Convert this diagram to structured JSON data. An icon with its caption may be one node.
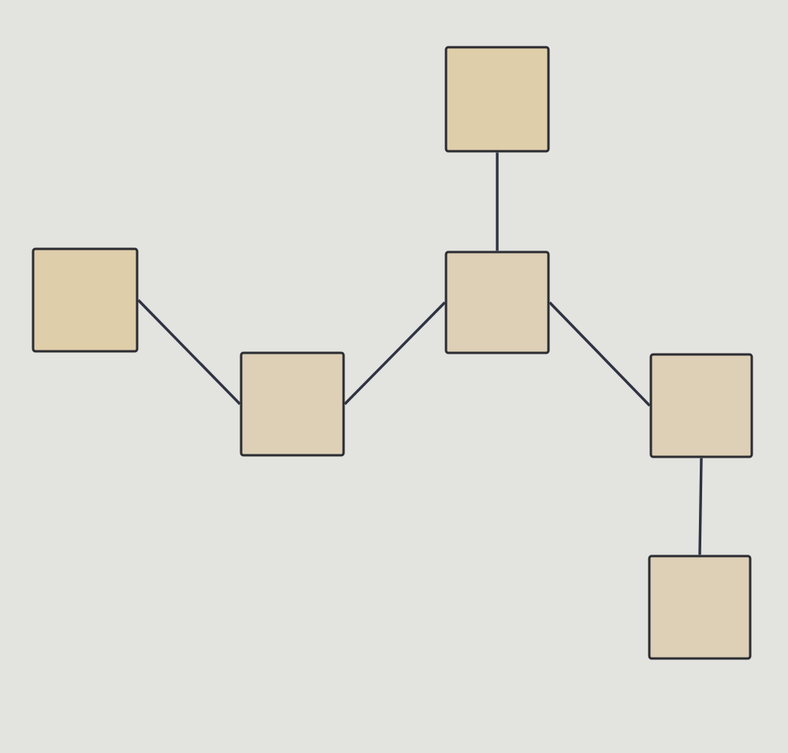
{
  "diagram": {
    "nodes": [
      {
        "text": [],
        "shape": "box"
      },
      {
        "text": [],
        "shape": "box"
      },
      {
        "text": [],
        "shape": "box"
      },
      {
        "text": [],
        "shape": "box"
      },
      {
        "text": [],
        "shape": "box"
      },
      {
        "text": [],
        "shape": "box"
      }
    ],
    "edges": [
      {
        "from": 0,
        "to": 1,
        "arrow": "none"
      },
      {
        "from": 1,
        "to": 3,
        "arrow": "none"
      },
      {
        "from": 2,
        "to": 3,
        "arrow": "none"
      },
      {
        "from": 3,
        "to": 4,
        "arrow": "none"
      },
      {
        "from": 4,
        "to": 5,
        "arrow": "none"
      }
    ]
  }
}
